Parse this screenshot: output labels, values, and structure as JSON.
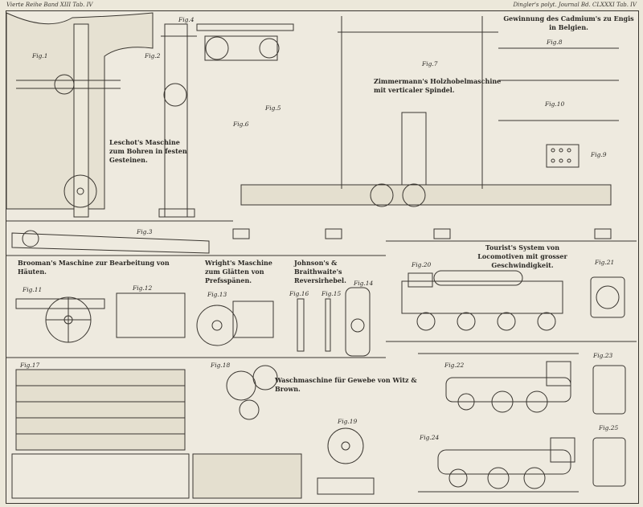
{
  "header": {
    "left": "Vierte Reihe Band XIII Tab. IV",
    "right": "Dingler's polyt. Journal Bd. CLXXXI Tab. IV"
  },
  "captions": {
    "cadmium": "Gewinnung des Cadmium's zu Engis in Belgien.",
    "zimmermann": "Zimmermann's Holzhobelmaschine mit verticaler Spindel.",
    "leschot": "Leschot's Maschine zum Bohren in festen Gesteinen.",
    "brooman": "Brooman's Maschine zur Bearbeitung von Häuten.",
    "wright": "Wright's Maschine zum Glätten von Prefsspänen.",
    "johnson": "Johnson's & Braithwaite's Reversirhebel.",
    "tourasse": "Tourist's System von Locomotiven mit grosser Geschwindigkeit.",
    "waschmaschine": "Waschmaschine für Gewebe von Witz & Brown."
  },
  "figures": [
    "Fig.1",
    "Fig.2",
    "Fig.3",
    "Fig.4",
    "Fig.5",
    "Fig.6",
    "Fig.7",
    "Fig.8",
    "Fig.9",
    "Fig.10",
    "Fig.11",
    "Fig.12",
    "Fig.13",
    "Fig.14",
    "Fig.15",
    "Fig.16",
    "Fig.17",
    "Fig.18",
    "Fig.19",
    "Fig.20",
    "Fig.21",
    "Fig.22",
    "Fig.23",
    "Fig.24",
    "Fig.25"
  ]
}
